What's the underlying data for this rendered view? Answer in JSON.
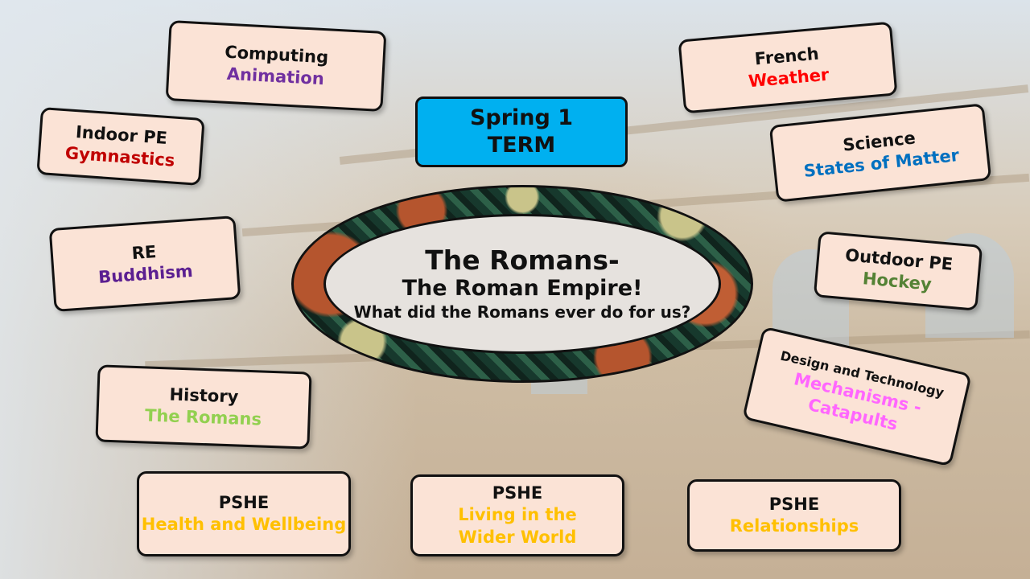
{
  "term": {
    "line1": "Spring 1",
    "line2": "TERM"
  },
  "centre": {
    "title": "The Romans-",
    "subtitle": "The Roman Empire!",
    "question": "What did the Romans ever do for us?"
  },
  "subjects": {
    "computing": {
      "subject": "Computing",
      "topic": "Animation",
      "topic_color": "#7030a0"
    },
    "indoor_pe": {
      "subject": "Indoor PE",
      "topic": "Gymnastics",
      "topic_color": "#c00000"
    },
    "re": {
      "subject": "RE",
      "topic": "Buddhism",
      "topic_color": "#5b1f91"
    },
    "history": {
      "subject": "History",
      "topic": "The Romans",
      "topic_color": "#92d050"
    },
    "french": {
      "subject": "French",
      "topic": "Weather",
      "topic_color": "#ff0000"
    },
    "science": {
      "subject": "Science",
      "topic": "States of Matter",
      "topic_color": "#0070c0"
    },
    "outdoor_pe": {
      "subject": "Outdoor PE",
      "topic": "Hockey",
      "topic_color": "#548235"
    },
    "dt": {
      "subject": "Design and Technology",
      "topic": "Mechanisms - Catapults",
      "topic_color": "#ff66ff"
    },
    "pshe_1": {
      "subject": "PSHE",
      "topic": "Health and Wellbeing",
      "topic_color": "#ffc000"
    },
    "pshe_2": {
      "subject": "PSHE",
      "topic": "Living in the Wider World",
      "topic_color": "#ffc000"
    },
    "pshe_3": {
      "subject": "PSHE",
      "topic": "Relationships",
      "topic_color": "#ffc000"
    }
  }
}
